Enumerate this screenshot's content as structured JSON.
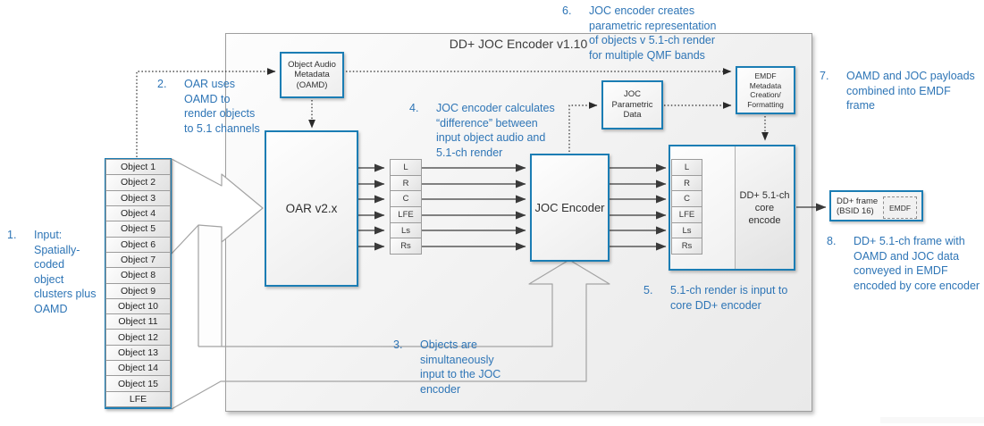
{
  "title": "DD+ JOC Encoder v1.10",
  "colors": {
    "teal": "#1b7db4",
    "annotation_blue": "#2e75b6"
  },
  "input_stack": {
    "items": [
      "Object 1",
      "Object 2",
      "Object 3",
      "Object 4",
      "Object 5",
      "Object 6",
      "Object 7",
      "Object 8",
      "Object 9",
      "Object 10",
      "Object 11",
      "Object 12",
      "Object 13",
      "Object 14",
      "Object 15",
      "LFE"
    ]
  },
  "channels": [
    "L",
    "R",
    "C",
    "LFE",
    "Ls",
    "Rs"
  ],
  "boxes": {
    "oamd": "Object Audio\nMetadata\n(OAMD)",
    "oar": "OAR v2.x",
    "joc": "JOC Encoder",
    "joc_parametric": "JOC\nParametric\nData",
    "emdf_meta": "EMDF\nMetadata\nCreation/\nFormatting",
    "core": "DD+ 5.1-ch\ncore\nencode",
    "dd_frame": "DD+ frame\n(BSID 16)",
    "emdf_tag": "EMDF"
  },
  "notes": {
    "n1": {
      "num": "1.",
      "text": "Input:\nSpatially-\ncoded\nobject\nclusters plus\nOAMD"
    },
    "n2": {
      "num": "2.",
      "text": "OAR uses\nOAMD to\nrender objects\nto 5.1 channels"
    },
    "n3": {
      "num": "3.",
      "text": "Objects are\nsimultaneously\ninput to the JOC\nencoder"
    },
    "n4": {
      "num": "4.",
      "text": "JOC encoder calculates\n“difference” between\ninput object audio and\n5.1-ch render"
    },
    "n5": {
      "num": "5.",
      "text": "5.1-ch render is input to\ncore DD+ encoder"
    },
    "n6": {
      "num": "6.",
      "text": "JOC encoder creates\nparametric representation\nof objects v 5.1-ch render\nfor multiple QMF bands"
    },
    "n7": {
      "num": "7.",
      "text": "OAMD and JOC payloads\ncombined into EMDF\nframe"
    },
    "n8": {
      "num": "8.",
      "text": "DD+ 5.1-ch frame with\nOAMD and JOC data\nconveyed in EMDF\nencoded by core encoder"
    }
  }
}
